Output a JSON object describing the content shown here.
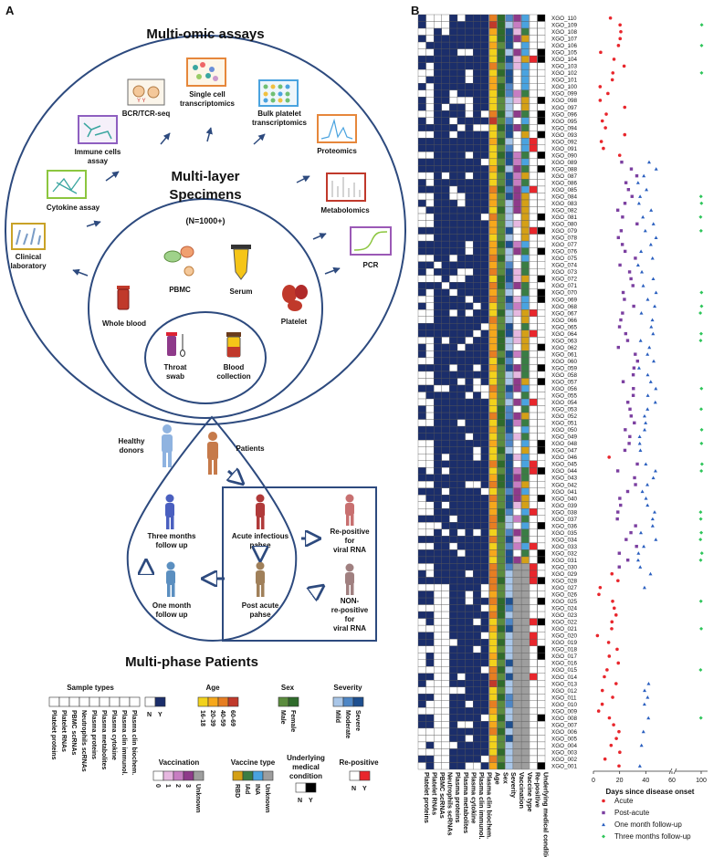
{
  "panel_a": {
    "letter": "A",
    "assays_title": "Multi-omic assays",
    "assays": [
      {
        "label1": "Single cell",
        "label2": "transcriptomics",
        "icon": "single-cell-icon"
      },
      {
        "label1": "BCR/TCR-seq",
        "label2": "",
        "icon": "bcr-tcr-icon"
      },
      {
        "label1": "Bulk platelet",
        "label2": "transcriptomics",
        "icon": "bulk-platelet-icon"
      },
      {
        "label1": "Immune cells",
        "label2": "assay",
        "icon": "immune-cells-icon"
      },
      {
        "label1": "Proteomics",
        "label2": "",
        "icon": "proteomics-icon"
      },
      {
        "label1": "Cytokine assay",
        "label2": "",
        "icon": "cytokine-icon"
      },
      {
        "label1": "Metabolomics",
        "label2": "",
        "icon": "metabolomics-icon"
      },
      {
        "label1": "Clinical",
        "label2": "laboratory",
        "icon": "clinical-lab-icon"
      },
      {
        "label1": "PCR",
        "label2": "",
        "icon": "pcr-icon"
      }
    ],
    "specimens_title1": "Multi-layer",
    "specimens_title2": "Specimens",
    "specimens_n": "(N=1000+)",
    "specimens": {
      "pbmc": "PBMC",
      "serum": "Serum",
      "whole_blood": "Whole blood",
      "platelet": "Platelet",
      "throat_swab1": "Throat",
      "throat_swab2": "swab",
      "blood_collection1": "Blood",
      "blood_collection2": "collection"
    },
    "patients": {
      "healthy1": "Healthy",
      "healthy2": "donors",
      "patients": "Patients",
      "three_month1": "Three months",
      "three_month2": "follow up",
      "one_month1": "One month",
      "one_month2": "follow up",
      "acute1": "Acute infectious",
      "acute2": "pahse",
      "post1": "Post acute",
      "post2": "pahse",
      "repos1": "Re-positive",
      "repos2": "for",
      "repos3": "viral RNA",
      "nonrepos1": "NON-",
      "nonrepos2": "re-positive",
      "nonrepos3": "for",
      "nonrepos4": "viral RNA"
    },
    "phase_title": "Multi-phase Patients",
    "legend": {
      "sample_types_title": "Sample types",
      "sample_types": [
        "Platelet proteins",
        "Platelet RNAs",
        "PBMC scRNAs",
        "Neutrophils scRNAs",
        "Plasma proteins",
        "Plasma metabolites",
        "Plasma cytokine",
        "Plasma clin immunol.",
        "Plasma clin biochem."
      ],
      "ny_n": "N",
      "ny_y": "Y",
      "age_title": "Age",
      "age_groups": [
        "16-18",
        "20-39",
        "40-59",
        "60-69"
      ],
      "sex_title": "Sex",
      "sex": [
        "Male",
        "Female"
      ],
      "severity_title": "Severity",
      "severity": [
        "Mild",
        "Moderate",
        "Severe"
      ],
      "vacc_title": "Vaccination",
      "vacc": [
        "0",
        "1",
        "2",
        "3",
        "Unknown"
      ],
      "vtype_title": "Vaccine type",
      "vtype": [
        "RBD",
        "IAd",
        "INA",
        "Unknown"
      ],
      "umc_title1": "Underlying",
      "umc_title2": "medical",
      "umc_title3": "condition",
      "repos_title": "Re-positive",
      "colors": {
        "navy": "#1b2e6b",
        "age": [
          "#f2d21c",
          "#f6a81c",
          "#e67e22",
          "#c0392b"
        ],
        "sex": [
          "#5b8c3e",
          "#2f6b2b"
        ],
        "severity": [
          "#a9c6e8",
          "#4e86c5",
          "#1e4f8f"
        ],
        "vacc": [
          "#ffffff",
          "#e6b8e0",
          "#c77dc2",
          "#8e3a8a",
          "#9e9e9e"
        ],
        "vtype": [
          "#d4a017",
          "#3a7d44",
          "#4aa3df",
          "#9e9e9e"
        ]
      }
    }
  },
  "panel_b": {
    "letter": "B",
    "row_prefix": "XGO_",
    "row_count": 110,
    "matrix_columns": [
      "Platelet proteins",
      "Platelet RNAs",
      "PBMC scRNAs",
      "Neutrophils scRNAs",
      "Plasma proteins",
      "Plasma metabolites",
      "Plasma cytokine",
      "Plasma clin immunol.",
      "Plasma clin biochem."
    ],
    "meta_columns": [
      "Age",
      "Sex",
      "Severity",
      "Vaccination",
      "Vaccine type",
      "Re-positive",
      "Underlying medical condition"
    ],
    "xlabel": "Days since disease onset",
    "xticks": [
      "0",
      "20",
      "40",
      "60",
      "100"
    ],
    "legend": [
      {
        "label": "Acute",
        "color": "#e8262c",
        "shape": "circle"
      },
      {
        "label": "Post-acute",
        "color": "#7b3fa0",
        "shape": "square"
      },
      {
        "label": "One month follow-up",
        "color": "#2a5fbf",
        "shape": "triangle"
      },
      {
        "label": "Three months follow-up",
        "color": "#2ec55a",
        "shape": "diamond"
      }
    ]
  }
}
